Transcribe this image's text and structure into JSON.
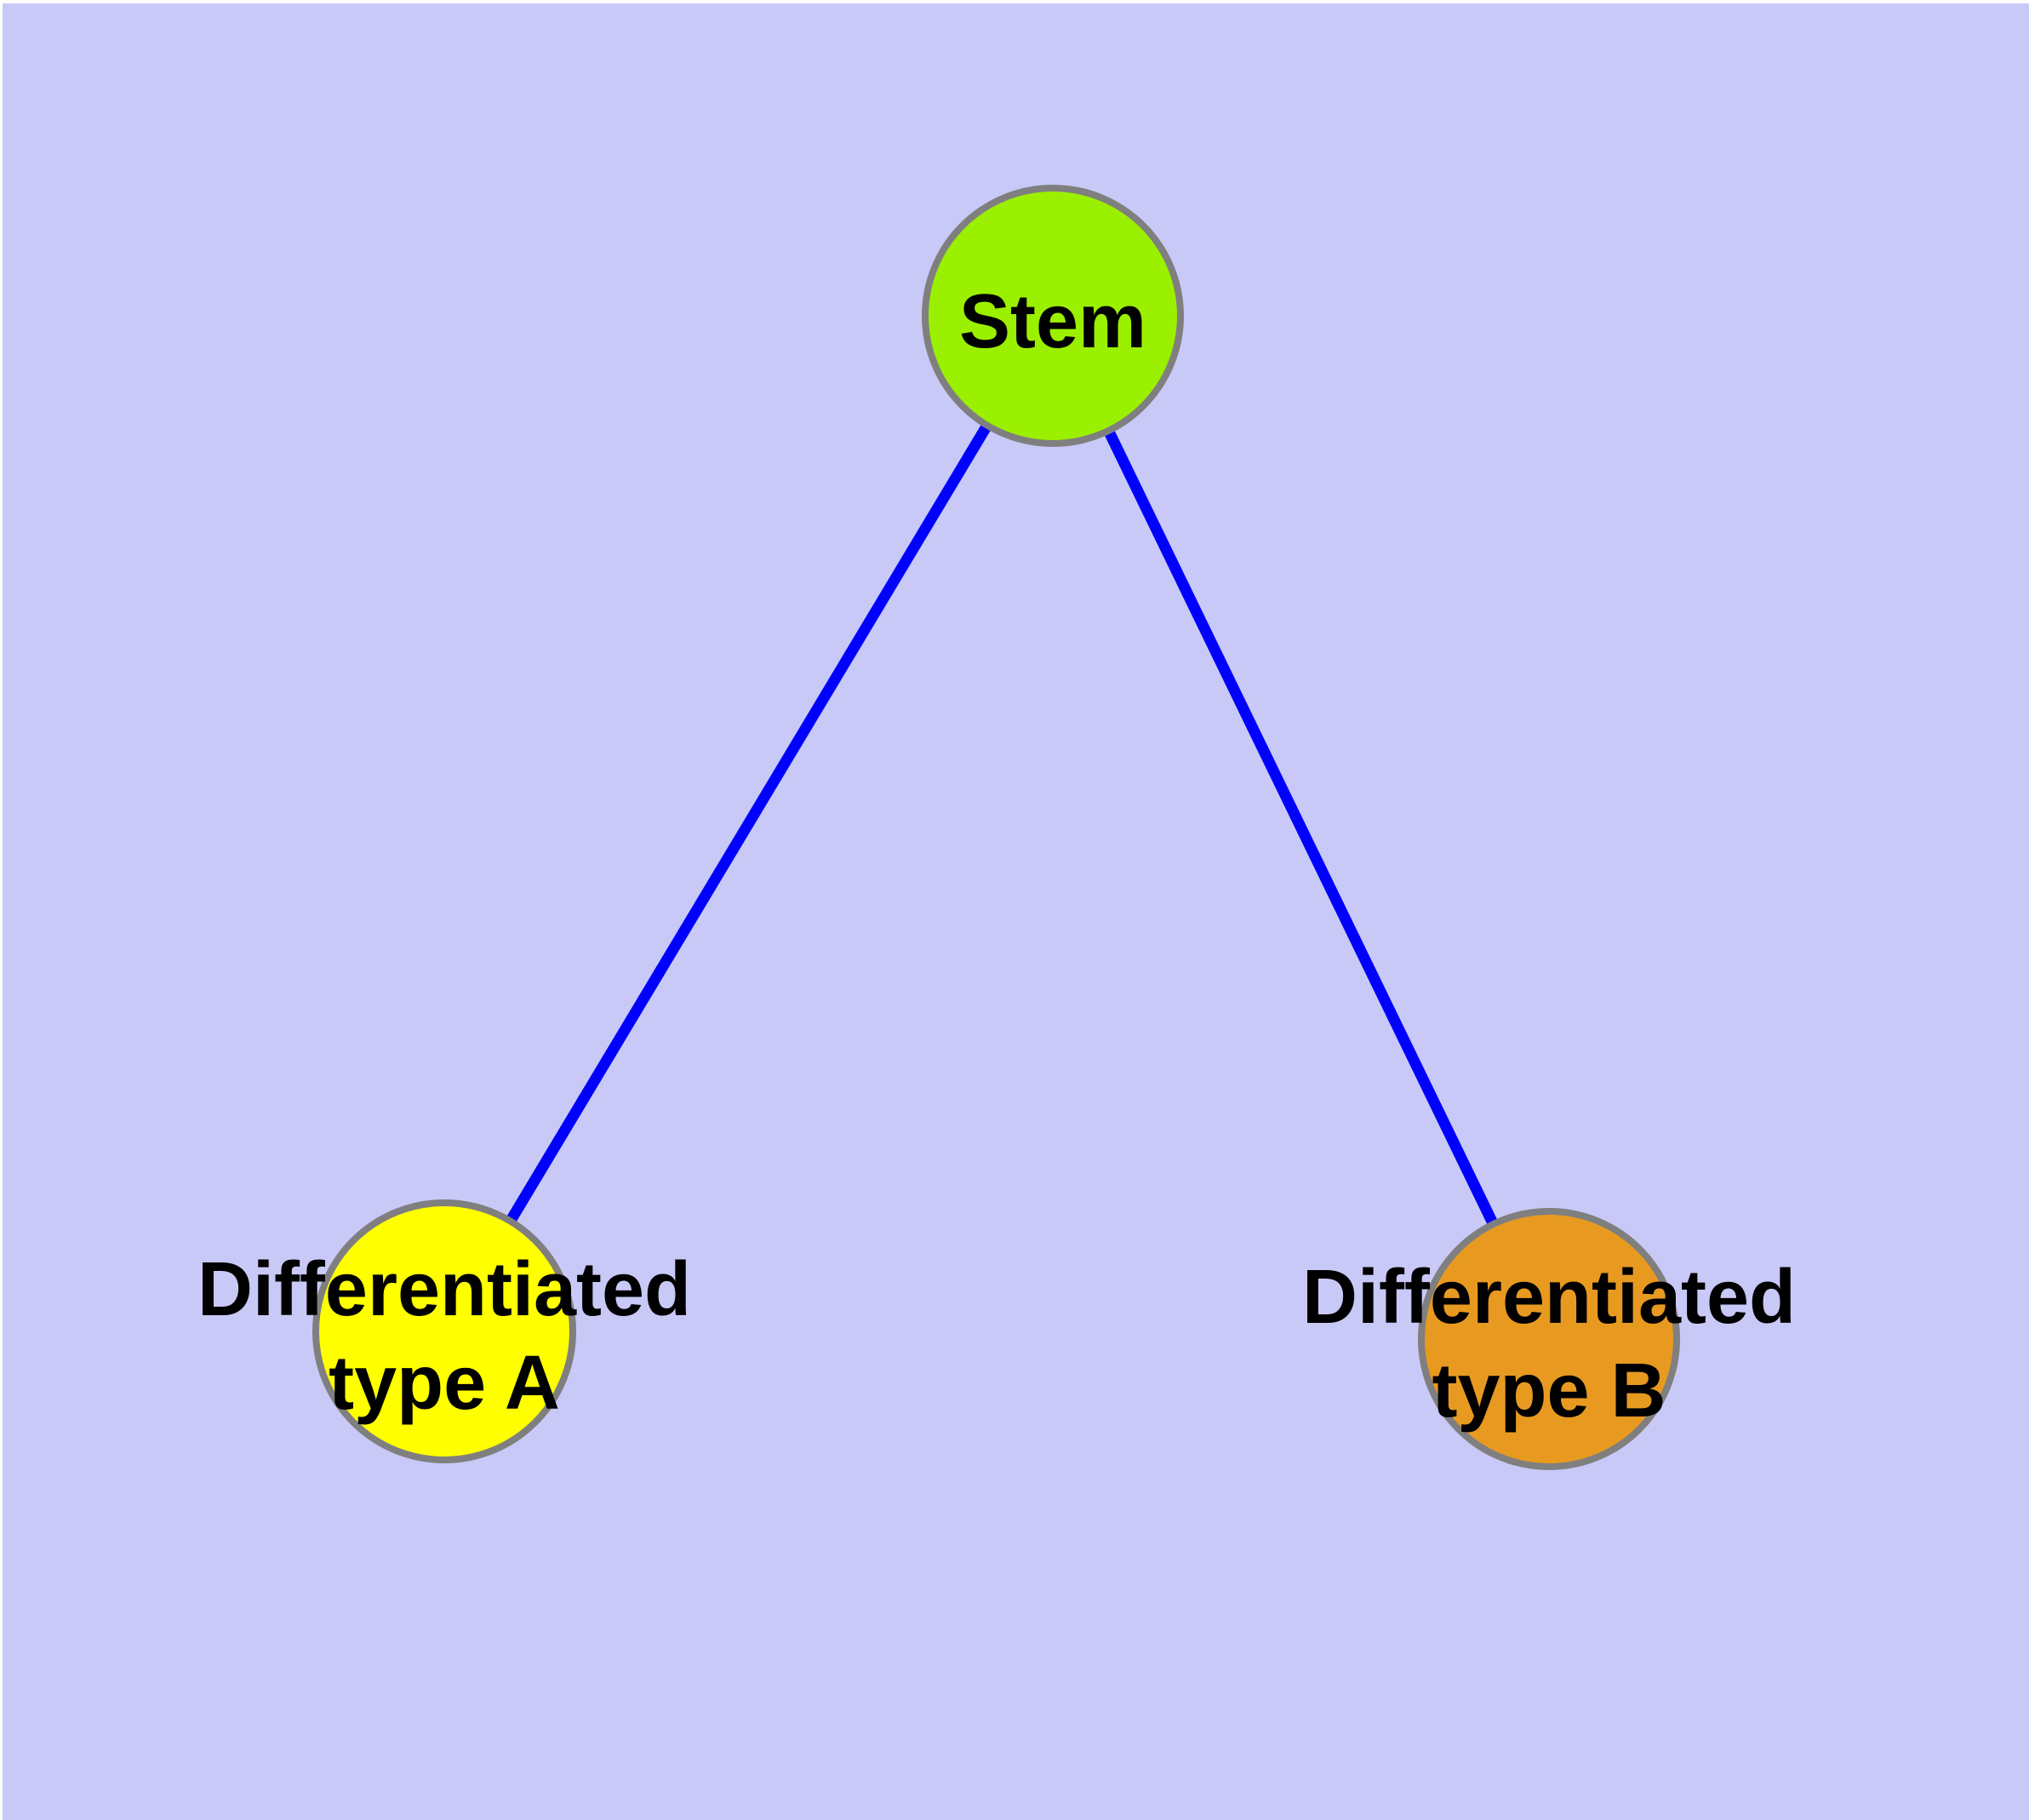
{
  "canvas": {
    "background": "#c9c9f7",
    "page_background": "#ffffff"
  },
  "nodes": [
    {
      "id": "stem",
      "label": "Stem",
      "fill": "#9bf000",
      "border": "#7f7f7f",
      "text_color": "#000000"
    },
    {
      "id": "differentiated-type-a",
      "line1": "Differentiated",
      "line2": "type A",
      "fill": "#ffff00",
      "border": "#7f7f7f",
      "text_color": "#000000"
    },
    {
      "id": "differentiated-type-b",
      "line1": "Differentiated",
      "line2": "type B",
      "fill": "#e89a20",
      "border": "#7f7f7f",
      "text_color": "#000000"
    }
  ],
  "edges": [
    {
      "from": "stem",
      "to": "differentiated-type-a",
      "color": "#0000ff"
    },
    {
      "from": "stem",
      "to": "differentiated-type-b",
      "color": "#0000ff"
    }
  ]
}
